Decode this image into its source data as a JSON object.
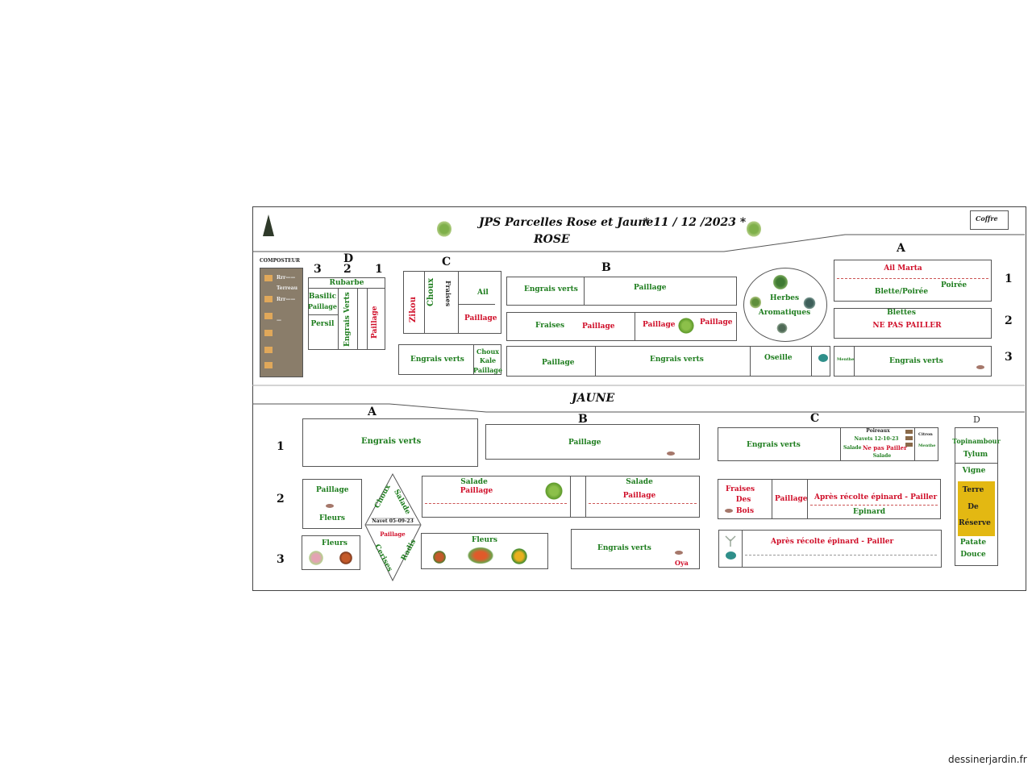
{
  "header": {
    "title": "JPS Parcelles Rose et Jaune",
    "date": "* 11 / 12 /2023 *",
    "rose_label": "ROSE",
    "coffre": "Coffre"
  },
  "rose": {
    "composteur": {
      "label": "COMPOSTEUR",
      "items": [
        "Rrr——",
        "Terreau",
        "Rrr——",
        "—"
      ]
    },
    "colD": {
      "label": "D",
      "cols": [
        "3",
        "2",
        "1"
      ],
      "rubarbe": "Rubarbe",
      "basilic": "Basilic",
      "paillage1": "Paillage",
      "persil": "Persil",
      "engrais_verts": "Engrais Verts",
      "paillage2": "Paillage"
    },
    "colC": {
      "label": "C",
      "zikou": "Zikou",
      "choux": "Choux",
      "fraises": "Fraises",
      "ail": "Ail",
      "paillage": "Paillage",
      "engrais_verts": "Engrais verts",
      "choux_kale": [
        "Choux",
        "Kale",
        "Paillage"
      ]
    },
    "colB": {
      "label": "B",
      "r1_engrais": "Engrais verts",
      "r1_paillage": "Paillage",
      "r2_fraises": "Fraises",
      "r2_paillage1": "Paillage",
      "r2_paillage2": "Paillage",
      "r2_paillage3": "Paillage",
      "r3_paillage": "Paillage",
      "r3_engrais": "Engrais verts",
      "r3_oseille": "Oseille"
    },
    "herbes": [
      "Herbes",
      "Aromatiques"
    ],
    "colA": {
      "label": "A",
      "ail_marta": "Ail Marta",
      "bette_poiree": "Blette/Poirée",
      "poiree": "Poirée",
      "blettes": "Blettes",
      "ne_pas": "NE PAS PAILLER",
      "r3_small": "Menthe",
      "r3_engrais": "Engrais verts"
    },
    "rows": [
      "1",
      "2",
      "3"
    ]
  },
  "jaune": {
    "label": "JAUNE",
    "cols": {
      "A": "A",
      "B": "B",
      "C": "C",
      "D": "D"
    },
    "rows": [
      "1",
      "2",
      "3"
    ],
    "a1": "Engrais verts",
    "b1": "Paillage",
    "c1": {
      "engrais": "Engrais verts",
      "poireaux": "Poireaux",
      "navets": "Navets 12-10-23",
      "salade": "Salade",
      "ne_pas": "Ne pas Pailler",
      "salade2": "Salade",
      "side1": "Citron",
      "side2": "Menthe"
    },
    "a2": {
      "paillage": "Paillage",
      "fleurs": "Fleurs"
    },
    "diamond": {
      "choux": "Choux",
      "salade": "Salade",
      "navet": "Navet 05-09-23",
      "paillage": "Paillage",
      "cerises": "Cerises",
      "radis": "Radis"
    },
    "b2": {
      "salade1": "Salade",
      "paillage1": "Paillage",
      "salade2": "Salade",
      "paillage2": "Paillage"
    },
    "c2": {
      "fraises": [
        "Fraises",
        "Des",
        "Bois"
      ],
      "paillage": "Paillage",
      "apres": "Après récolte épinard - Pailler",
      "epinard": "Epinard"
    },
    "d": {
      "topinambour": "Topinambour",
      "tylum": "Tylum",
      "vigne": "Vigne",
      "terre": [
        "Terre",
        "De",
        "Réserve"
      ],
      "patate": [
        "Patate",
        "Douce"
      ]
    },
    "a3": "Fleurs",
    "b3": "Fleurs",
    "b3_engrais": "Engrais verts",
    "b3_small": "Oya",
    "c3": "Après récolte épinard - Pailler"
  },
  "footer": "dessinerjardin.fr",
  "colors": {
    "green": "#1e7d1e",
    "red": "#d0102a",
    "compost": "#8a7d6a",
    "reserve": "#e3b812"
  }
}
